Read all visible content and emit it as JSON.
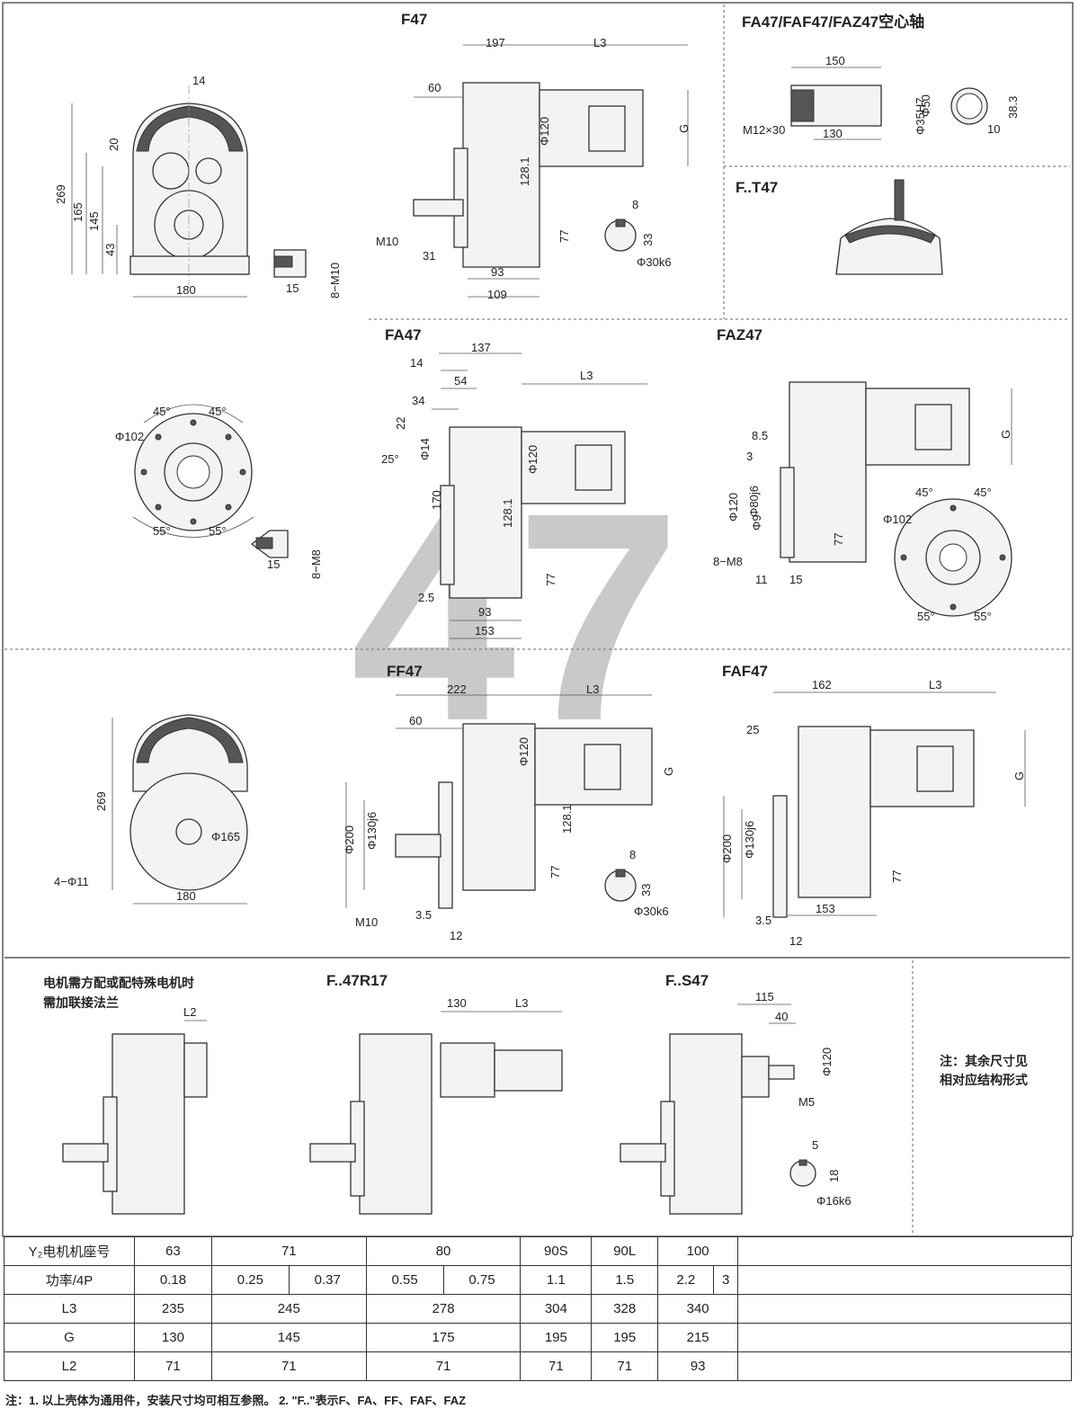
{
  "titles": {
    "f47": "F47",
    "hollow": "FA47/FAF47/FAZ47空心轴",
    "ft47": "F..T47",
    "fa47": "FA47",
    "faz47": "FAZ47",
    "ff47": "FF47",
    "faf47": "FAF47",
    "r17": "F..47R17",
    "s47": "F..S47",
    "adapter_line1": "电机需方配或配特殊电机时",
    "adapter_line2": "需加联接法兰",
    "side_note_line1": "注：其余尺寸见",
    "side_note_line2": "相对应结构形式"
  },
  "watermark": "47",
  "dims": {
    "end1": {
      "d14": "14",
      "d20": "20",
      "d269": "269",
      "d165": "165",
      "d145": "145",
      "d43": "43",
      "d180": "180",
      "d15": "15",
      "m10": "8−M10"
    },
    "f47": {
      "d197": "197",
      "L3": "L3",
      "d60": "60",
      "phi120": "Φ120",
      "G": "G",
      "d128": "128.1",
      "d77": "77",
      "m10": "M10",
      "d31": "31",
      "d93": "93",
      "d109": "109",
      "d8": "8",
      "d33": "33",
      "phi30": "Φ30k6"
    },
    "hollow": {
      "d150": "150",
      "m12": "M12×30",
      "d130": "130",
      "phi35": "Φ35H7",
      "phi50": "Φ50",
      "d383": "38.3",
      "d10": "10"
    },
    "flange1": {
      "a45a": "45°",
      "a45b": "45°",
      "phi102": "Φ102",
      "a55a": "55°",
      "a55b": "55°",
      "d15": "15",
      "m8": "8−M8"
    },
    "fa47": {
      "d137": "137",
      "d14": "14",
      "d54": "54",
      "d34": "34",
      "L3": "L3",
      "d22": "22",
      "a25": "25°",
      "phi14": "Φ14",
      "phi120": "Φ120",
      "d170": "170",
      "d128": "128.1",
      "d77": "77",
      "d25": "2.5",
      "d93": "93",
      "d153": "153"
    },
    "faz47": {
      "d85": "8.5",
      "d3": "3",
      "phi120": "Φ120",
      "phi80": "Φ80j6",
      "phi9": "Φ9",
      "m8": "8−M8",
      "d11": "11",
      "d15": "15",
      "d77": "77",
      "G": "G",
      "a45a": "45°",
      "a45b": "45°",
      "phi102": "Φ102",
      "a55a": "55°",
      "a55b": "55°"
    },
    "end2": {
      "d269": "269",
      "phi165": "Φ165",
      "d180": "180",
      "phi11": "4−Φ11"
    },
    "ff47": {
      "d222": "222",
      "L3": "L3",
      "d60": "60",
      "phi120": "Φ120",
      "G": "G",
      "phi200": "Φ200",
      "phi130": "Φ130j6",
      "d128": "128.1",
      "d77": "77",
      "m10": "M10",
      "d35": "3.5",
      "d12": "12",
      "d8": "8",
      "d33": "33",
      "phi30": "Φ30k6"
    },
    "faf47": {
      "d162": "162",
      "L3": "L3",
      "d25": "25",
      "G": "G",
      "phi200": "Φ200",
      "phi130": "Φ130j6",
      "d77": "77",
      "d153": "153",
      "d35": "3.5",
      "d12": "12"
    },
    "adapter": {
      "L2": "L2"
    },
    "r17": {
      "d130": "130",
      "L3": "L3"
    },
    "s47": {
      "d115": "115",
      "d40": "40",
      "phi120": "Φ120",
      "m5": "M5",
      "d5": "5",
      "d18": "18",
      "phi16": "Φ16k6"
    }
  },
  "table": {
    "rows": [
      {
        "label": "Y₂电机机座号",
        "cells": [
          {
            "v": "63",
            "span": 2
          },
          {
            "v": "71",
            "span": 2
          },
          {
            "v": "80",
            "span": 2
          },
          {
            "v": "90S",
            "span": 2
          },
          {
            "v": "90L",
            "span": 2
          },
          {
            "v": "100",
            "span": 2
          },
          {
            "v": "",
            "span": 1
          }
        ]
      },
      {
        "label": "功率/4P",
        "cells": [
          {
            "v": "0.18",
            "span": 2
          },
          {
            "v": "0.25",
            "span": 1
          },
          {
            "v": "0.37",
            "span": 1
          },
          {
            "v": "0.55",
            "span": 1
          },
          {
            "v": "0.75",
            "span": 1
          },
          {
            "v": "1.1",
            "span": 2
          },
          {
            "v": "1.5",
            "span": 2
          },
          {
            "v": "2.2",
            "span": 1
          },
          {
            "v": "3",
            "span": 1
          },
          {
            "v": "",
            "span": 1
          }
        ]
      },
      {
        "label": "L3",
        "cells": [
          {
            "v": "235",
            "span": 2
          },
          {
            "v": "245",
            "span": 2
          },
          {
            "v": "278",
            "span": 2
          },
          {
            "v": "304",
            "span": 2
          },
          {
            "v": "328",
            "span": 2
          },
          {
            "v": "340",
            "span": 2
          },
          {
            "v": "",
            "span": 1
          }
        ]
      },
      {
        "label": "G",
        "cells": [
          {
            "v": "130",
            "span": 2
          },
          {
            "v": "145",
            "span": 2
          },
          {
            "v": "175",
            "span": 2
          },
          {
            "v": "195",
            "span": 2
          },
          {
            "v": "195",
            "span": 2
          },
          {
            "v": "215",
            "span": 2
          },
          {
            "v": "",
            "span": 1
          }
        ]
      },
      {
        "label": "L2",
        "cells": [
          {
            "v": "71",
            "span": 2
          },
          {
            "v": "71",
            "span": 2
          },
          {
            "v": "71",
            "span": 2
          },
          {
            "v": "71",
            "span": 2
          },
          {
            "v": "71",
            "span": 2
          },
          {
            "v": "93",
            "span": 2
          },
          {
            "v": "",
            "span": 1
          }
        ]
      }
    ]
  },
  "footnote": "注：1. 以上壳体为通用件，安装尺寸均可相互参照。   2. \"F..\"表示F、FA、FF、FAF、FAZ"
}
